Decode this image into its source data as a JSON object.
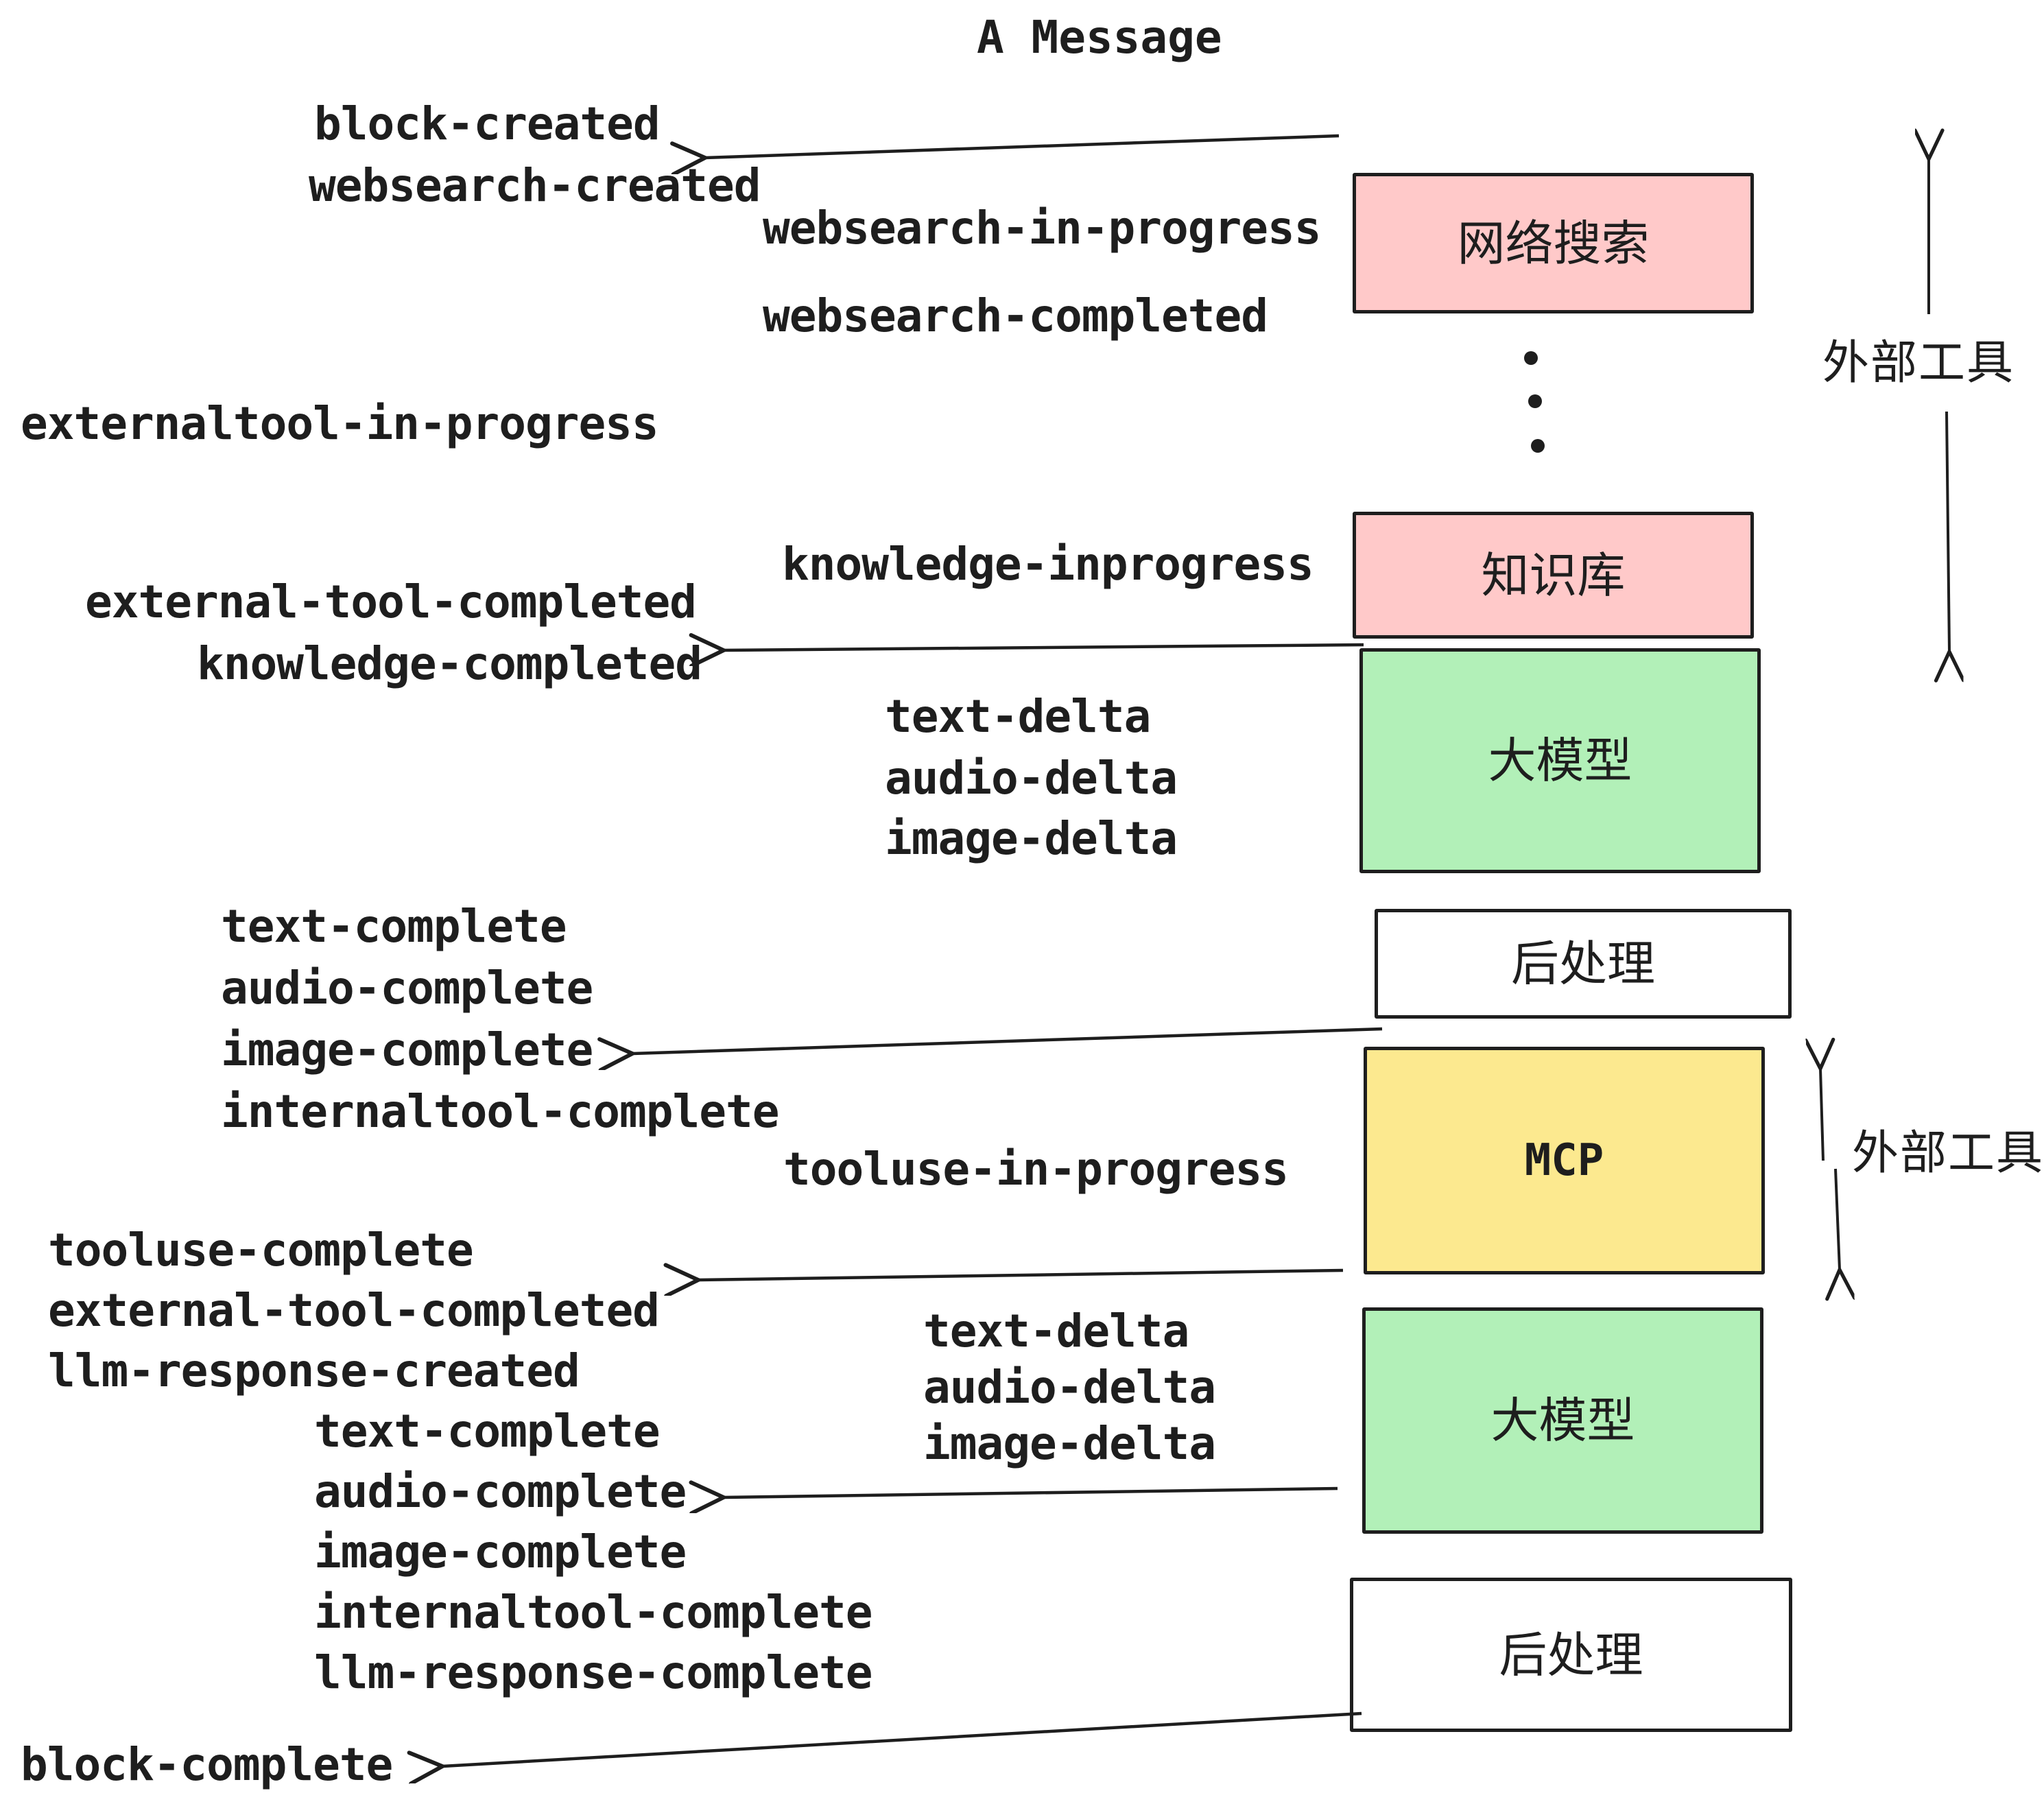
{
  "title": "A Message",
  "stream_events": {
    "block_created": "block-created",
    "websearch_created": "websearch-created",
    "websearch_in_progress": "websearch-in-progress",
    "websearch_completed": "websearch-completed",
    "externaltool_in_progress": "externaltool-in-progress",
    "knowledge_inprogress": "knowledge-inprogress",
    "external_tool_completed": "external-tool-completed",
    "knowledge_completed": "knowledge-completed",
    "text_delta": "text-delta",
    "audio_delta": "audio-delta",
    "image_delta": "image-delta",
    "text_complete": "text-complete",
    "audio_complete": "audio-complete",
    "image_complete": "image-complete",
    "internaltool_complete": "internaltool-complete",
    "tooluse_in_progress": "tooluse-in-progress",
    "tooluse_complete": "tooluse-complete",
    "llm_response_created": "llm-response-created",
    "llm_response_complete": "llm-response-complete",
    "block_complete": "block-complete"
  },
  "pipeline_boxes": {
    "websearch": {
      "label": "网络搜索",
      "fill": "#ffc9c9"
    },
    "knowledge": {
      "label": "知识库",
      "fill": "#ffc9c9"
    },
    "llm_top": {
      "label": "大模型",
      "fill": "#b2f0b8"
    },
    "postprocess_top": {
      "label": "后处理",
      "fill": "#ffffff"
    },
    "mcp": {
      "label": "MCP",
      "fill": "#fce98f"
    },
    "llm_bottom": {
      "label": "大模型",
      "fill": "#b2f0b8"
    },
    "postprocess_bottom": {
      "label": "后处理",
      "fill": "#ffffff"
    }
  },
  "side_annotations": {
    "external_tools_top": "外部工具",
    "external_tools_bottom": "外部工具"
  },
  "colors": {
    "ink": "#1e1e1e",
    "pink": "#ffc9c9",
    "green": "#b2f0b8",
    "yellow": "#fce98f",
    "white": "#ffffff"
  }
}
